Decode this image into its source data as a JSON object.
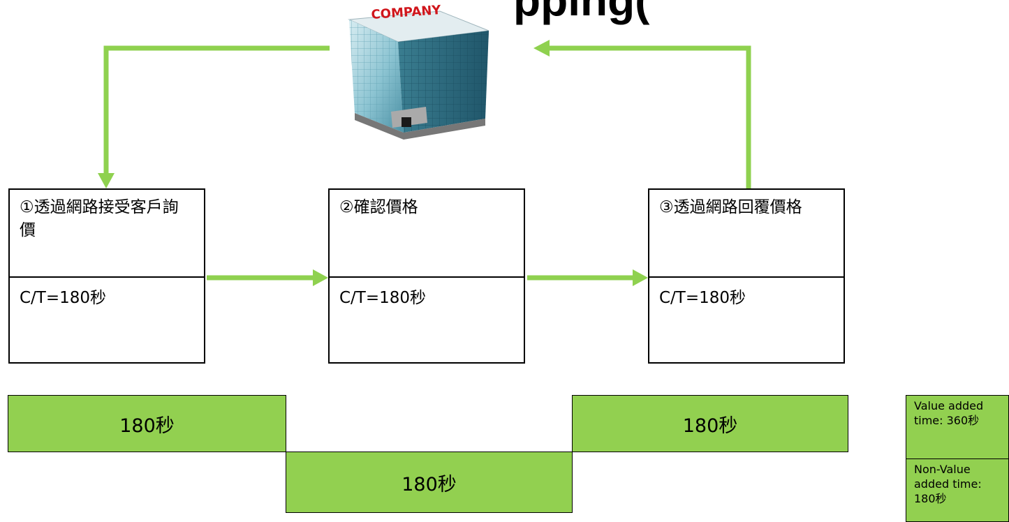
{
  "title": "pping(",
  "company": {
    "label": "COMPANY"
  },
  "steps": [
    {
      "label": "①透過網路接受客戶詢價",
      "ct": "C/T=180秒"
    },
    {
      "label": "②確認價格",
      "ct": "C/T=180秒"
    },
    {
      "label": "③透過網路回覆價格",
      "ct": "C/T=180秒"
    }
  ],
  "timeline": [
    {
      "label": "180秒",
      "kind": "value-added"
    },
    {
      "label": "180秒",
      "kind": "non-value-added"
    },
    {
      "label": "180秒",
      "kind": "value-added"
    }
  ],
  "legend": {
    "value_added": "Value added time: 360秒",
    "non_value_added": "Non-Value added time: 180秒"
  },
  "colors": {
    "accent": "#92d050",
    "arrow": "#8fd14f"
  }
}
